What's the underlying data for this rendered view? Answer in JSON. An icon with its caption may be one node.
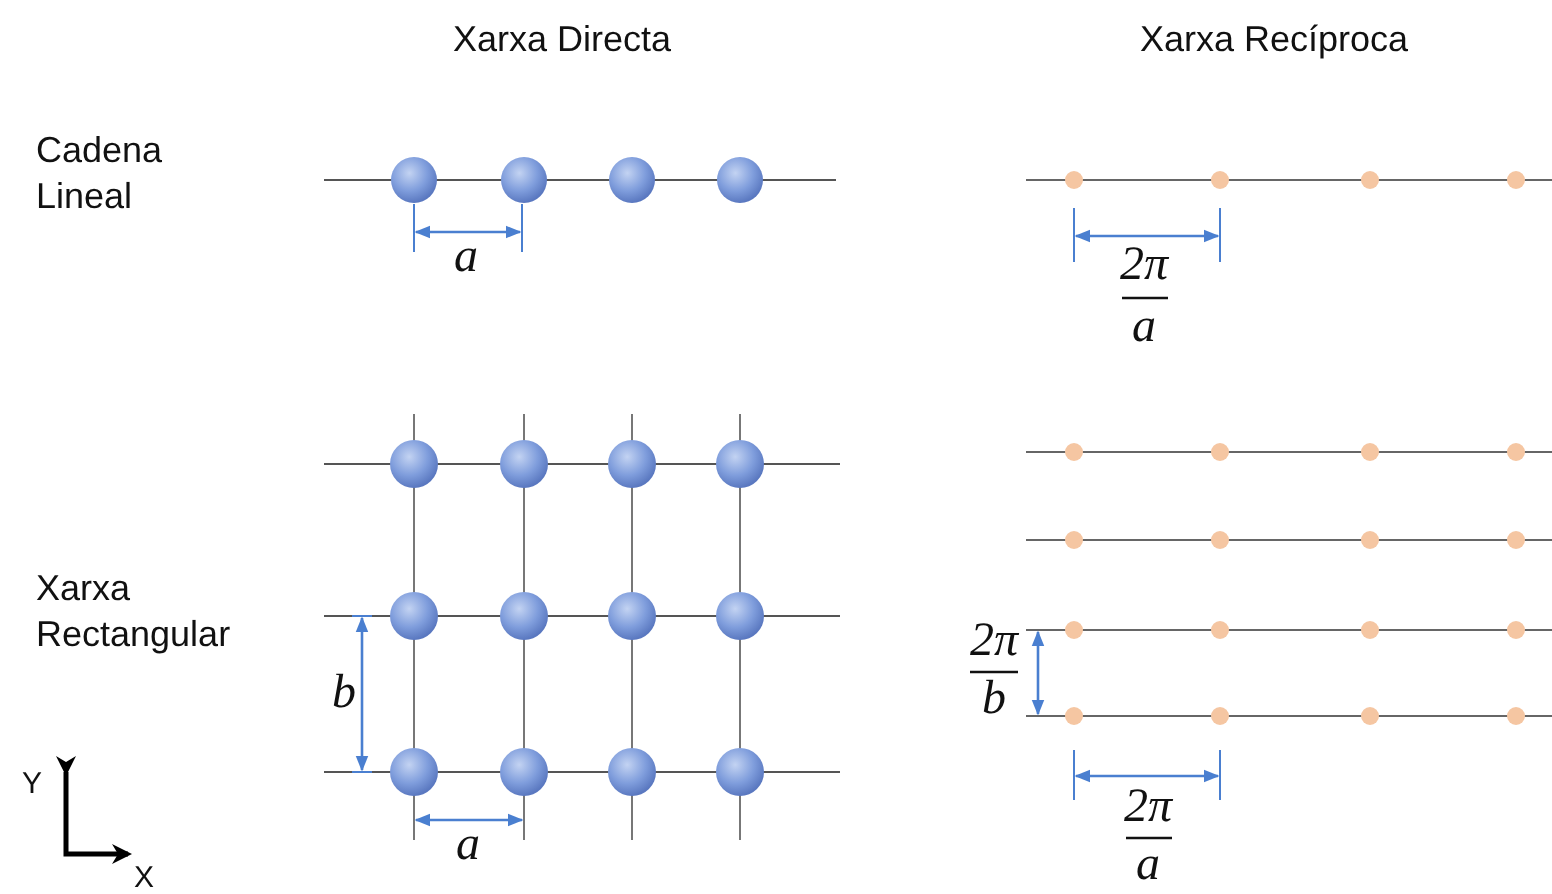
{
  "diagram": {
    "labels": [
      "Xarxa Directa",
      "Xarxa Recíproca",
      "Cadena Lineal",
      "a",
      "2π",
      "a",
      "Xarxa Rectangular",
      "2π",
      "b",
      "b",
      "Y",
      "a",
      "2π",
      "X",
      "a"
    ]
  }
}
